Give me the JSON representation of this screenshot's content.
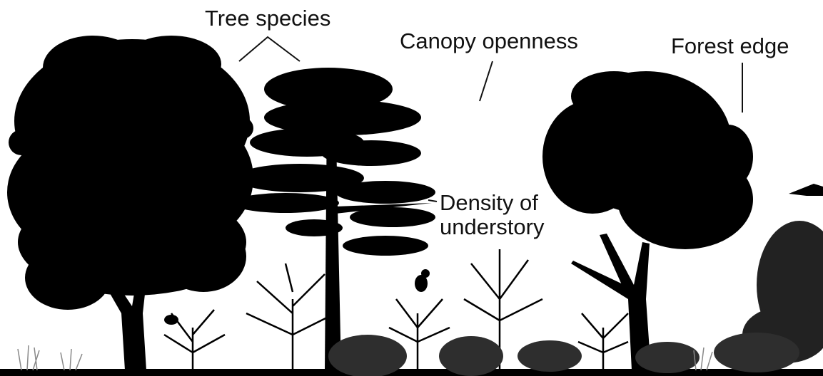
{
  "labels": {
    "tree_species": "Tree species",
    "canopy_openness": "Canopy openness",
    "forest_edge": "Forest edge",
    "density_line1": "Density of",
    "density_line2": "understory"
  },
  "colors": {
    "silhouette": "#000000",
    "shrub": "#3a3a3a",
    "grass": "#8a8a8a",
    "background": "#ffffff"
  }
}
